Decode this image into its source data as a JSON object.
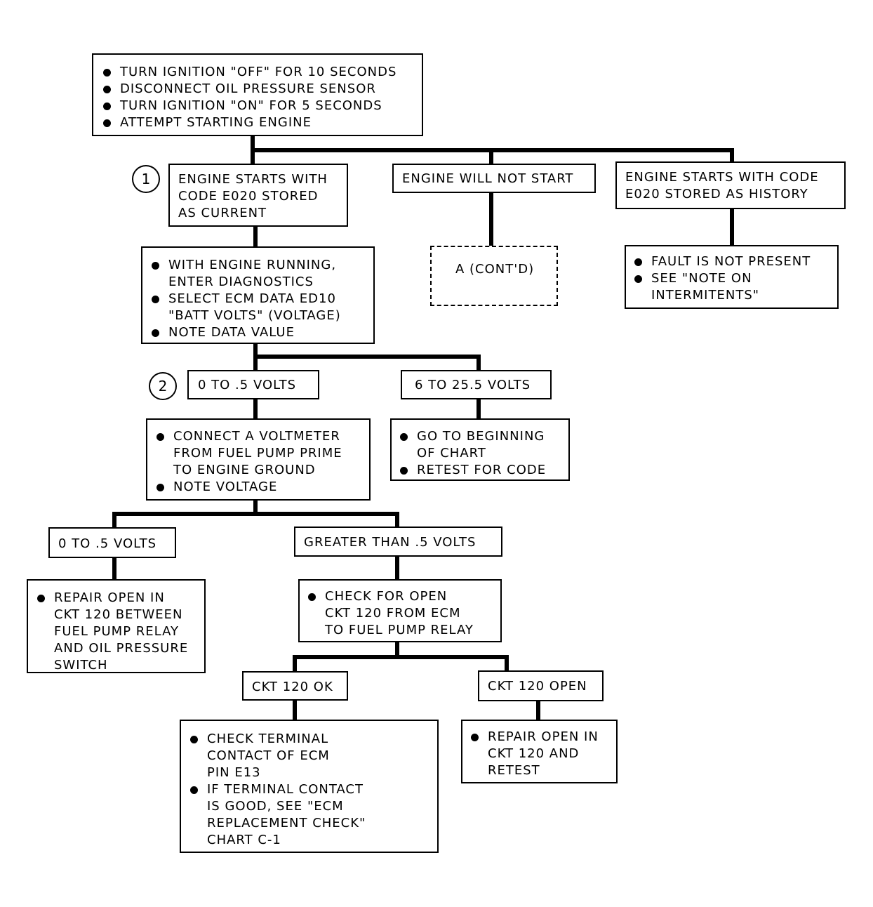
{
  "colors": {
    "line": "#000000",
    "background": "#ffffff"
  },
  "bullet_icon": "filled-circle-bullet",
  "step_markers": {
    "one": "1",
    "two": "2"
  },
  "boxes": {
    "start": {
      "items": [
        [
          "TURN IGNITION \"OFF\" FOR 10 SECONDS"
        ],
        [
          "DISCONNECT OIL PRESSURE SENSOR"
        ],
        [
          "TURN IGNITION \"ON\" FOR 5 SECONDS"
        ],
        [
          "ATTEMPT STARTING ENGINE"
        ]
      ]
    },
    "engine_starts_current": {
      "lines": [
        "ENGINE STARTS WITH",
        "CODE E020 STORED",
        "AS CURRENT"
      ]
    },
    "engine_will_not_start": {
      "lines": [
        "ENGINE WILL NOT START"
      ]
    },
    "engine_starts_history": {
      "lines": [
        "ENGINE STARTS WITH CODE",
        "E020 STORED AS HISTORY"
      ]
    },
    "cont_ref": {
      "lines": [
        "A (CONT'D)"
      ]
    },
    "fault_not_present": {
      "items": [
        [
          "FAULT IS NOT PRESENT"
        ],
        [
          "SEE \"NOTE ON",
          "INTERMITENTS\""
        ]
      ]
    },
    "diagnostics": {
      "items": [
        [
          "WITH ENGINE RUNNING,",
          "ENTER DIAGNOSTICS"
        ],
        [
          "SELECT ECM DATA ED10",
          "\"BATT VOLTS\" (VOLTAGE)"
        ],
        [
          "NOTE DATA VALUE"
        ]
      ]
    },
    "zero_to_half_volts_a": {
      "lines": [
        "0 TO .5 VOLTS"
      ]
    },
    "six_to_25_volts": {
      "lines": [
        "6 TO 25.5 VOLTS"
      ]
    },
    "connect_voltmeter": {
      "items": [
        [
          "CONNECT A VOLTMETER",
          "FROM FUEL PUMP PRIME",
          "TO ENGINE GROUND"
        ],
        [
          "NOTE VOLTAGE"
        ]
      ]
    },
    "go_to_beginning": {
      "items": [
        [
          "GO TO BEGINNING",
          "OF CHART"
        ],
        [
          "RETEST FOR CODE"
        ]
      ]
    },
    "zero_to_half_volts_b": {
      "lines": [
        "0 TO .5 VOLTS"
      ]
    },
    "greater_than_half_volts": {
      "lines": [
        "GREATER THAN .5 VOLTS"
      ]
    },
    "repair_open_ckt120_relay": {
      "items": [
        [
          "REPAIR OPEN IN",
          "CKT 120 BETWEEN",
          "FUEL PUMP RELAY",
          "AND OIL PRESSURE",
          "SWITCH"
        ]
      ]
    },
    "check_for_open": {
      "items": [
        [
          "CHECK FOR OPEN",
          "CKT 120 FROM ECM",
          "TO FUEL PUMP RELAY"
        ]
      ]
    },
    "ckt120_ok": {
      "lines": [
        "CKT 120 OK"
      ]
    },
    "ckt120_open": {
      "lines": [
        "CKT 120 OPEN"
      ]
    },
    "check_terminal": {
      "items": [
        [
          "CHECK TERMINAL",
          "CONTACT OF ECM",
          "PIN E13"
        ],
        [
          "IF TERMINAL CONTACT",
          "IS GOOD, SEE \"ECM",
          "REPLACEMENT CHECK\"",
          "CHART C-1"
        ]
      ]
    },
    "repair_and_retest": {
      "items": [
        [
          "REPAIR OPEN IN",
          "CKT 120 AND",
          "RETEST"
        ]
      ]
    }
  }
}
